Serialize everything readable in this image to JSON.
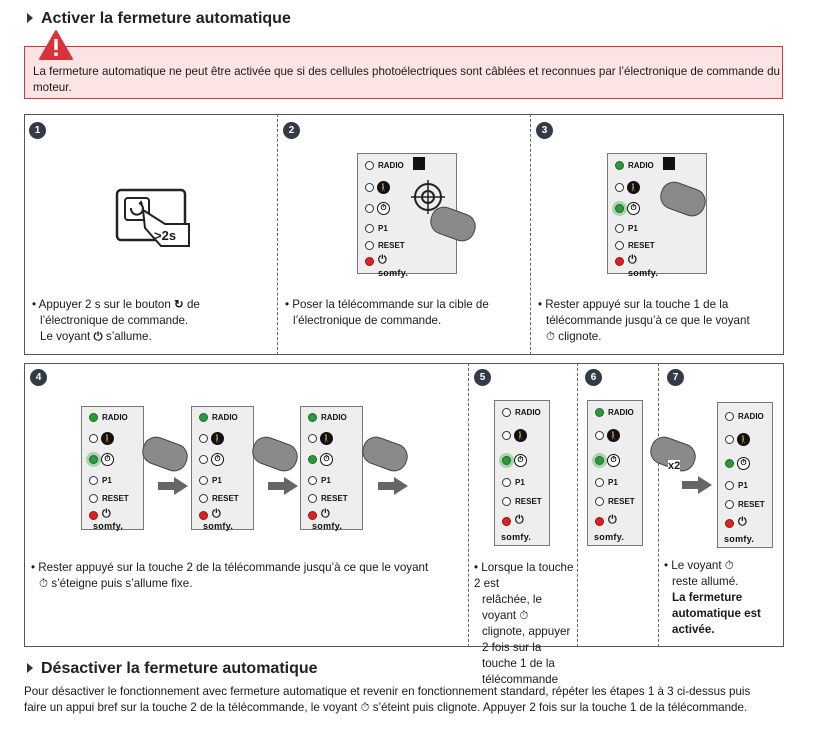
{
  "section1": {
    "title": "Activer la fermeture automatique"
  },
  "warning": {
    "text": "La fermeture automatique ne peut être activée que si des cellules photoélectriques sont câblées et reconnues par l’électronique de commande du moteur."
  },
  "steps": {
    "s1": {
      "num": "1",
      "line1a": "Appuyer 2 s sur le bouton",
      "line1b": "de",
      "line2": "l’électronique de commande.",
      "line3a": "Le voyant",
      "line3b": "s’allume.",
      "badge": ">2s"
    },
    "s2": {
      "num": "2",
      "line1": "Poser la télécommande sur la cible de",
      "line2": "l’électronique de commande."
    },
    "s3": {
      "num": "3",
      "line1": "Rester appuyé sur la touche 1 de la",
      "line2": "télécommande jusqu’à ce que le voyant",
      "line3": "clignote."
    },
    "s4": {
      "num": "4",
      "line1": "Rester appuyé sur la touche 2 de la télécommande jusqu’à ce que le voyant",
      "line2": "s’éteigne puis s’allume fixe."
    },
    "s5": {
      "num": "5",
      "line1": "Lorsque la touche 2 est",
      "line2a": "relâchée, le voyant",
      "line3": "clignote, appuyer 2 fois sur la",
      "line4": "touche 1 de la télécommande"
    },
    "s6": {
      "num": "6",
      "badge": "x2"
    },
    "s7": {
      "num": "7",
      "line1": "Le voyant",
      "line2": "reste allumé.",
      "bold1": "La fermeture",
      "bold2": "automatique est",
      "bold3": "activée."
    }
  },
  "panel": {
    "radio": "RADIO",
    "p1": "P1",
    "reset": "RESET",
    "brand": "somfy."
  },
  "section2": {
    "title": "Désactiver la fermeture automatique",
    "line1": "Pour désactiver le fonctionnement avec fermeture automatique et revenir en fonctionnement standard, répéter les étapes 1 à 3 ci-dessus puis",
    "line2a": "faire un appui bref sur la touche 2 de la télécommande, le voyant",
    "line2b": "s’éteint puis clignote. Appuyer 2 fois sur la touche 1 de la télécommande."
  },
  "colors": {
    "accent": "#d8333a",
    "led_green": "#2a9a3c",
    "led_red": "#dd2222",
    "badge": "#333c46"
  }
}
